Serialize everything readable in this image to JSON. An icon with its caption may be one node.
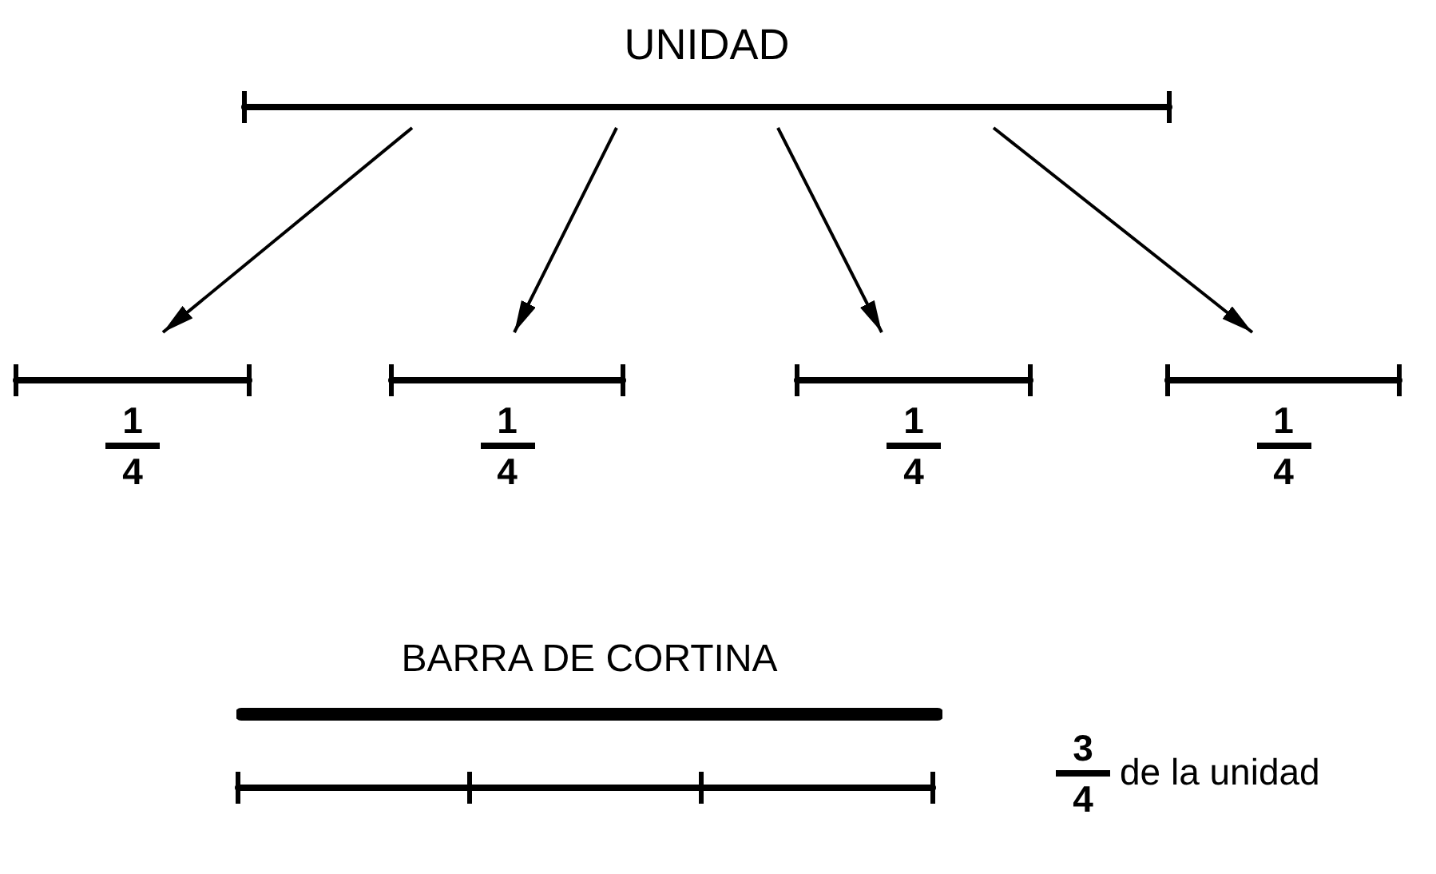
{
  "diagram": {
    "nodes": [
      {
        "text": [
          "UNIDAD"
        ]
      },
      {
        "text": [
          "1",
          "4"
        ]
      },
      {
        "text": [
          "1",
          "4"
        ]
      },
      {
        "text": [
          "1",
          "4"
        ]
      },
      {
        "text": [
          "1",
          "4"
        ]
      },
      {
        "text": [
          "BARRA DE CORTINA"
        ]
      },
      {
        "text": [],
        "shape": "bar",
        "beside": [
          "3",
          "4",
          "de la unidad"
        ]
      }
    ],
    "edges": [
      {
        "from": 0,
        "to": 1,
        "arrow": "to"
      },
      {
        "from": 0,
        "to": 2,
        "arrow": "to"
      },
      {
        "from": 0,
        "to": 3,
        "arrow": "to"
      },
      {
        "from": 0,
        "to": 4,
        "arrow": "to"
      }
    ]
  }
}
